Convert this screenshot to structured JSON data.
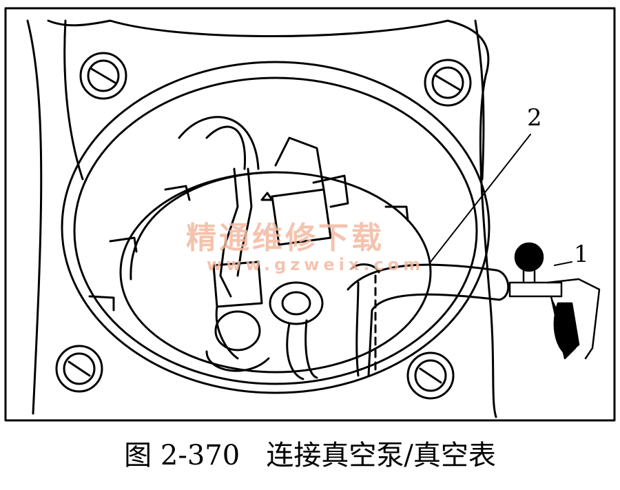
{
  "figure": {
    "caption": "图 2-370   连接真空泵/真空表",
    "callouts": {
      "one": "1",
      "two": "2"
    },
    "watermark": {
      "line1": "精通维修下载",
      "line2": "www.gzweix.com"
    }
  }
}
